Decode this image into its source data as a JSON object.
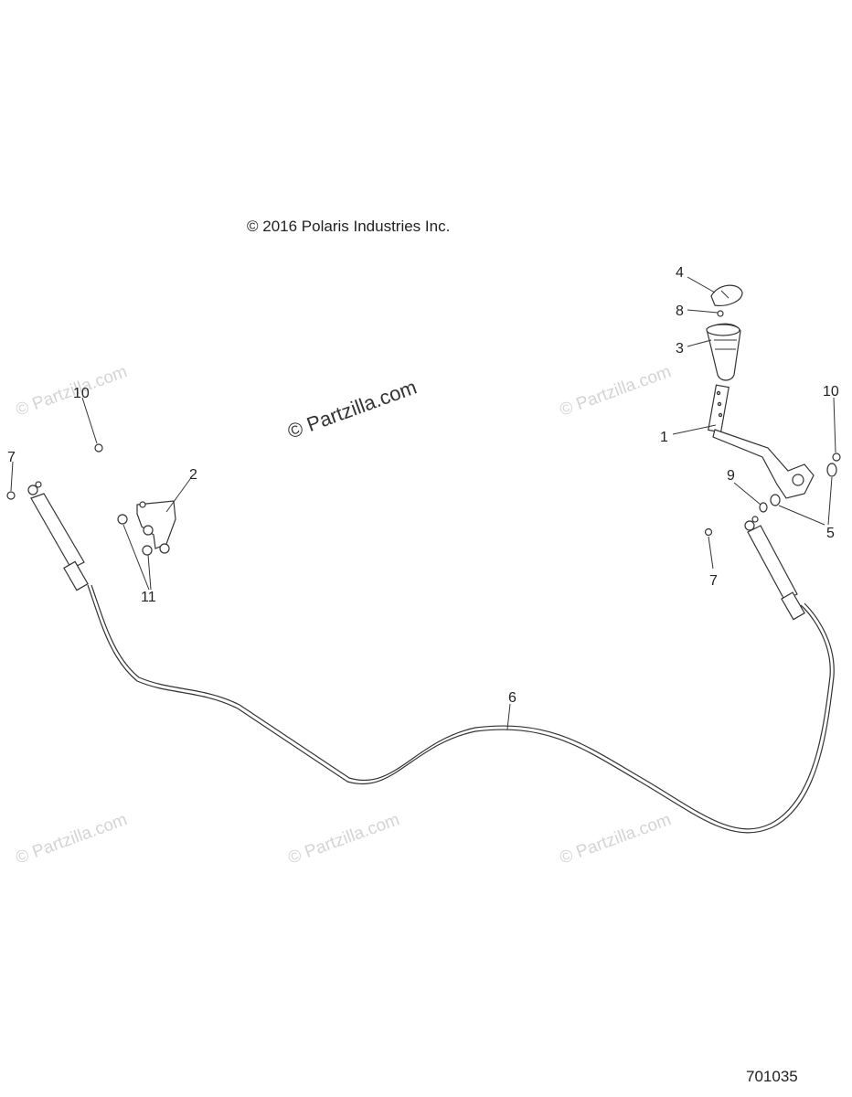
{
  "copyright": "© 2016 Polaris Industries Inc.",
  "drawing_number": "701035",
  "watermark": "© Partzilla.com",
  "callouts": {
    "c1": "1",
    "c2": "2",
    "c3": "3",
    "c4": "4",
    "c5": "5",
    "c6": "6",
    "c7a": "7",
    "c7b": "7",
    "c8": "8",
    "c9": "9",
    "c10a": "10",
    "c10b": "10",
    "c11": "11"
  }
}
